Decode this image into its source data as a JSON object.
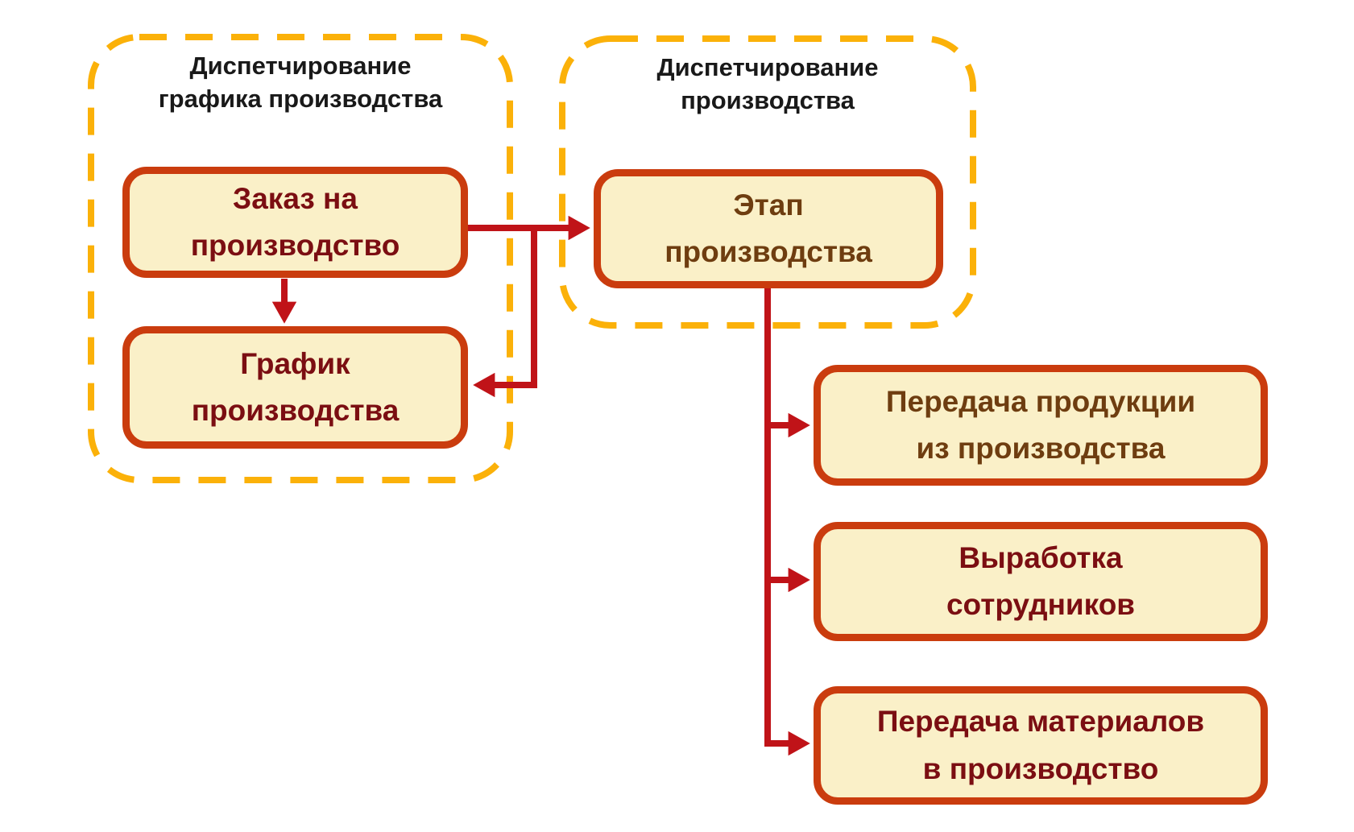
{
  "colors": {
    "background": "#FFFFFF",
    "group_dash": "#FBB109",
    "node_border": "#CA3C0E",
    "node_fill": "#FAF0C8",
    "arrow": "#C01318",
    "text_dark_red": "#7B0E12",
    "text_brown": "#6E3D10",
    "title_text": "#191919"
  },
  "groups": {
    "left": {
      "title": "Диспетчирование\nграфика производства"
    },
    "right": {
      "title": "Диспетчирование\nпроизводства"
    }
  },
  "nodes": {
    "order": {
      "label": "Заказ на\nпроизводство"
    },
    "schedule": {
      "label": "График\nпроизводства"
    },
    "stage": {
      "label": "Этап\nпроизводства"
    },
    "transfer_out": {
      "label": "Передача продукции\nиз производства"
    },
    "output": {
      "label": "Выработка\nсотрудников"
    },
    "transfer_in": {
      "label": "Передача материалов\nв производство"
    }
  }
}
